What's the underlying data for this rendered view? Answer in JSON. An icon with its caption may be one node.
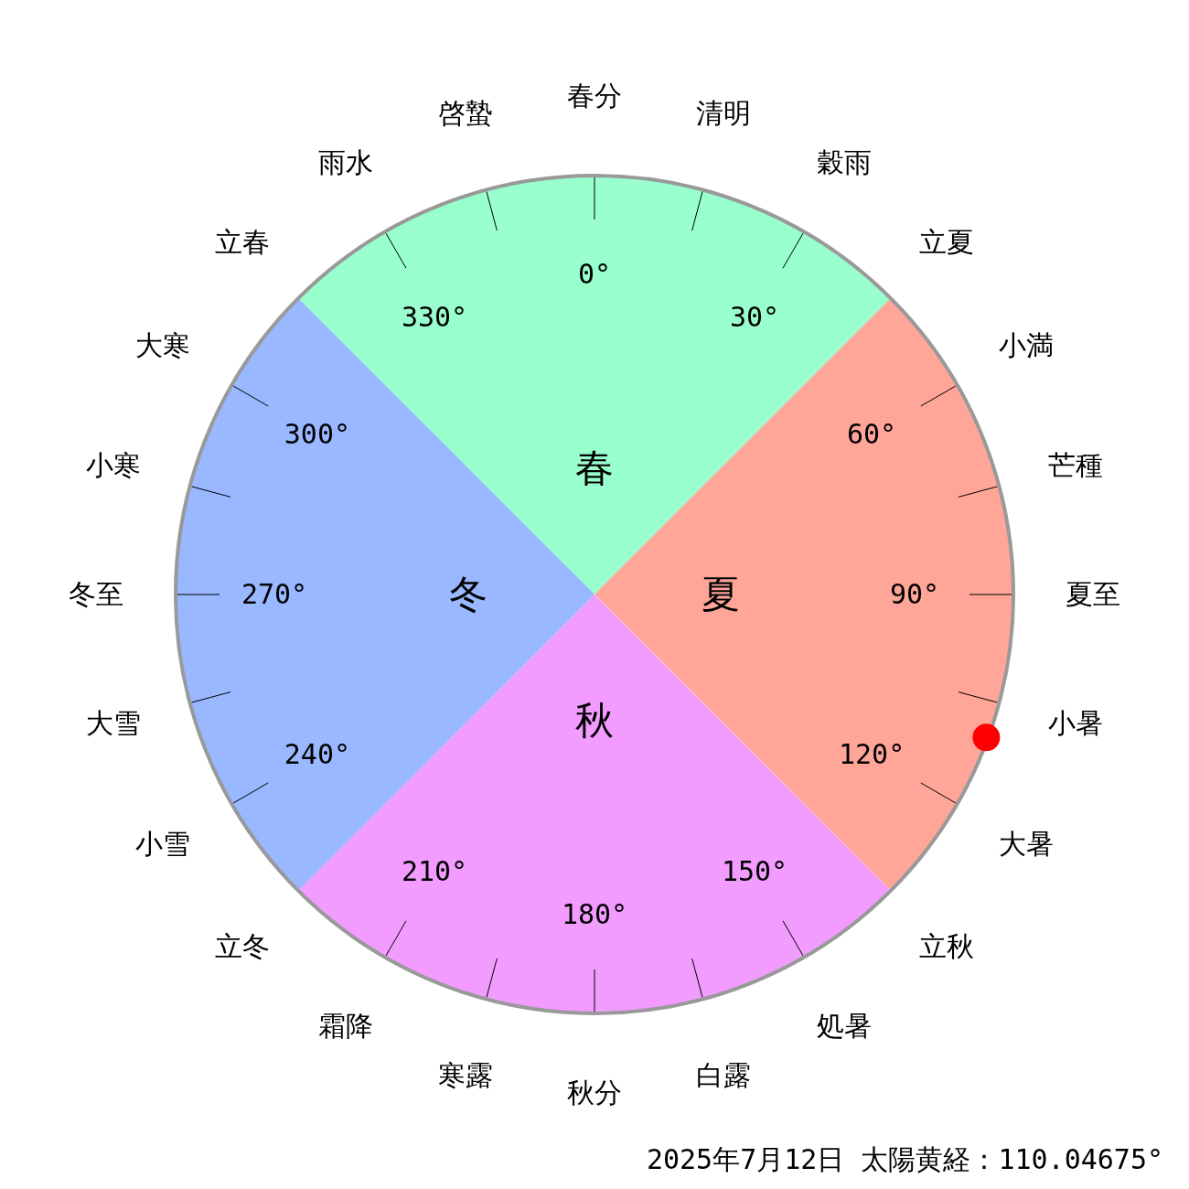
{
  "diagram": {
    "nodes": [
      {
        "text": [
          "春"
        ]
      },
      {
        "text": [
          "夏"
        ]
      },
      {
        "text": [
          "秋"
        ]
      },
      {
        "text": [
          "冬"
        ]
      }
    ],
    "labels": [
      "春分",
      "清明",
      "穀雨",
      "立夏",
      "小満",
      "芒種",
      "夏至",
      "小暑",
      "大暑",
      "立秋",
      "処暑",
      "白露",
      "秋分",
      "寒露",
      "霜降",
      "立冬",
      "小雪",
      "大雪",
      "冬至",
      "小寒",
      "大寒",
      "立春",
      "雨水",
      "啓蟄",
      "0°",
      "30°",
      "60°",
      "90°",
      "120°",
      "150°",
      "180°",
      "210°",
      "240°",
      "270°",
      "300°",
      "330°",
      "2025年7月12日 太陽黄経：110.04675°"
    ]
  }
}
